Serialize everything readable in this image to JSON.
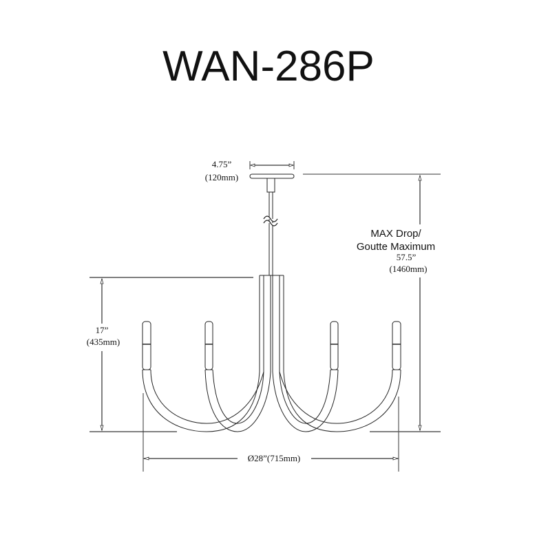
{
  "title": "WAN-286P",
  "dimensions": {
    "canopy": {
      "imperial": "4.75”",
      "metric": "(120mm)"
    },
    "max_drop": {
      "label_line1": "MAX Drop/",
      "label_line2": "Goutte Maximum",
      "imperial": "57.5”",
      "metric": "(1460mm)"
    },
    "height": {
      "imperial": "17”",
      "metric": "(435mm)"
    },
    "diameter": {
      "label": "Ø28”(715mm)"
    }
  }
}
